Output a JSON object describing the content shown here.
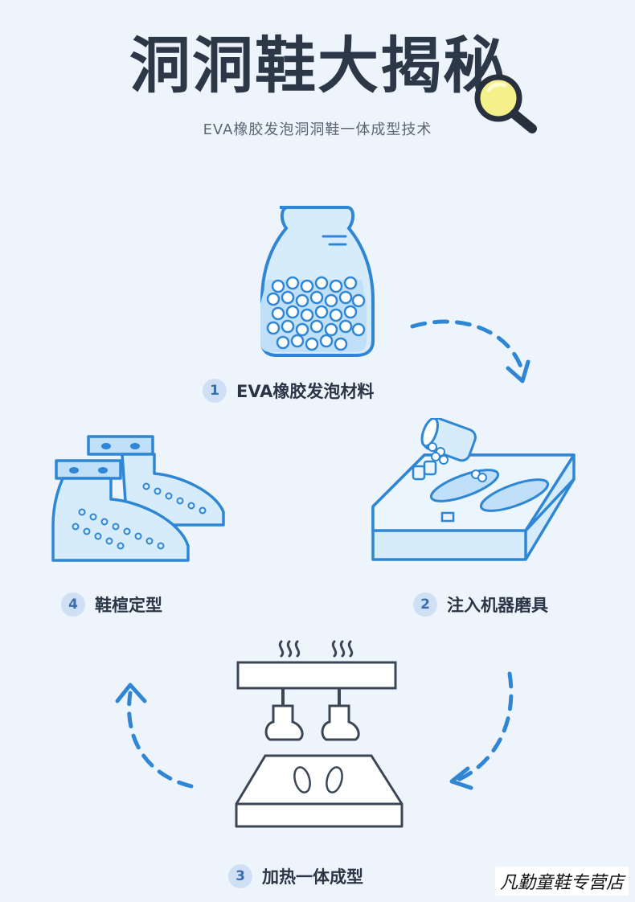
{
  "header": {
    "title": "洞洞鞋大揭秘",
    "subtitle": "EVA橡胶发泡洞洞鞋一体成型技术"
  },
  "steps": [
    {
      "num": "1",
      "label": "EVA橡胶发泡材料"
    },
    {
      "num": "2",
      "label": "注入机器磨具"
    },
    {
      "num": "3",
      "label": "加热一体成型"
    },
    {
      "num": "4",
      "label": "鞋楦定型"
    }
  ],
  "watermark": "凡勤童鞋专营店",
  "colors": {
    "background": "#eef4fc",
    "line_blue": "#2f86d4",
    "fill_blue": "#bfe0f8",
    "title_dark": "#2c3848"
  }
}
